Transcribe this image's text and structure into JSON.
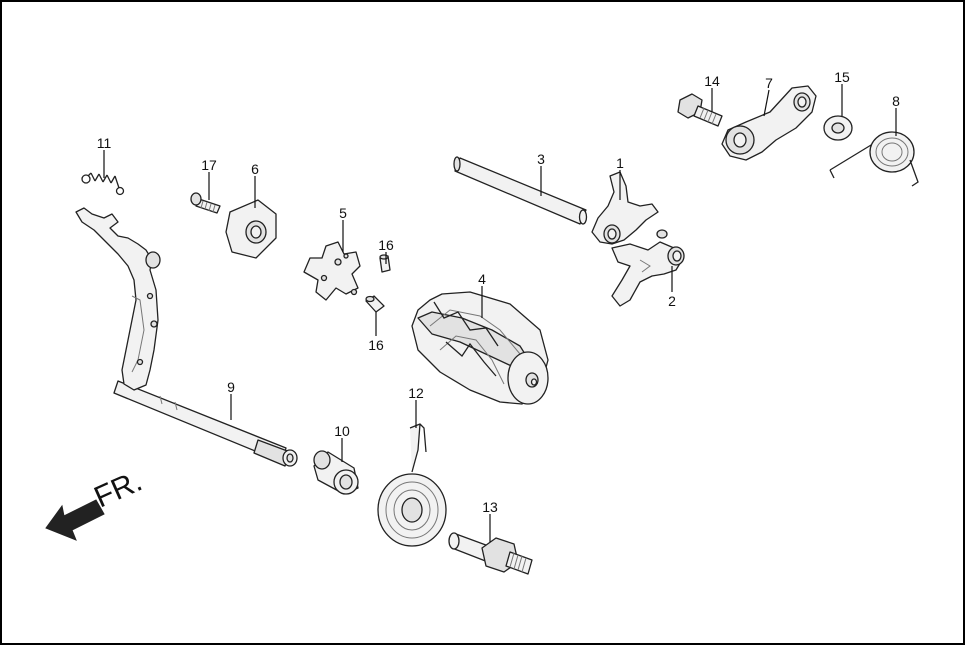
{
  "diagram": {
    "orientation_label": "FR.",
    "parts": [
      {
        "id": "1",
        "text": "1",
        "name": "gearshift-fork-upper"
      },
      {
        "id": "2",
        "text": "2",
        "name": "gearshift-fork-lower"
      },
      {
        "id": "3",
        "text": "3",
        "name": "fork-shaft"
      },
      {
        "id": "4",
        "text": "4",
        "name": "shift-drum"
      },
      {
        "id": "5",
        "text": "5",
        "name": "drum-center-plate"
      },
      {
        "id": "6",
        "text": "6",
        "name": "drum-stopper-plate"
      },
      {
        "id": "7",
        "text": "7",
        "name": "stopper-arm"
      },
      {
        "id": "8",
        "text": "8",
        "name": "stopper-arm-spring"
      },
      {
        "id": "9",
        "text": "9",
        "name": "gearshift-spindle"
      },
      {
        "id": "10",
        "text": "10",
        "name": "spindle-collar"
      },
      {
        "id": "11",
        "text": "11",
        "name": "tension-spring"
      },
      {
        "id": "12",
        "text": "12",
        "name": "return-spring"
      },
      {
        "id": "13",
        "text": "13",
        "name": "pivot-bolt"
      },
      {
        "id": "14",
        "text": "14",
        "name": "flange-bolt"
      },
      {
        "id": "15",
        "text": "15",
        "name": "washer"
      },
      {
        "id": "16a",
        "text": "16",
        "name": "dowel-pin-a"
      },
      {
        "id": "16b",
        "text": "16",
        "name": "dowel-pin-b"
      },
      {
        "id": "17",
        "text": "17",
        "name": "screw"
      }
    ],
    "colors": {
      "line": "#222222",
      "fill": "#f2f2f2",
      "border": "#000000"
    }
  }
}
